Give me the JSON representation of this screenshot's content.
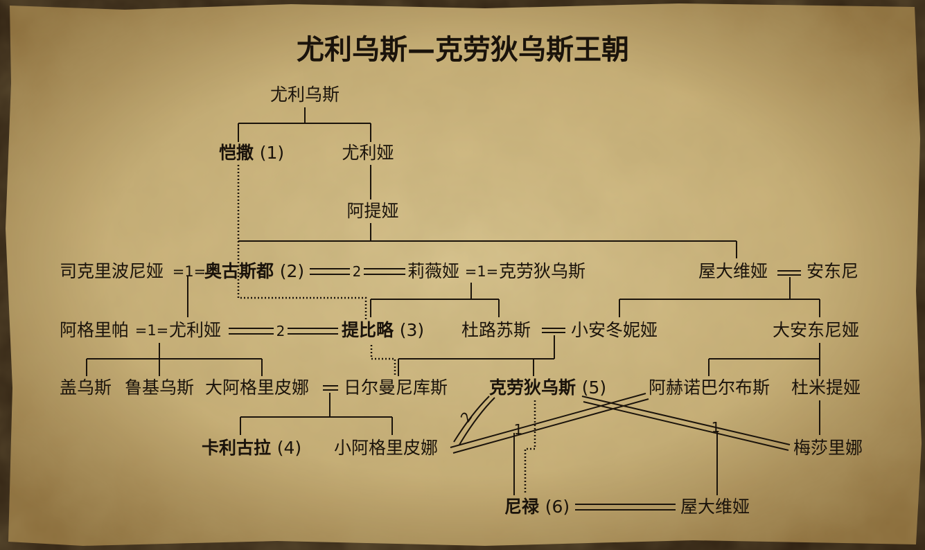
{
  "title": "尤利乌斯—克劳狄乌斯王朝",
  "persons": {
    "julius": "尤利乌斯",
    "caesar": "恺撒",
    "julia_sister": "尤利娅",
    "atia": "阿提娅",
    "scribonia": "司克里波尼娅",
    "augustus": "奥古斯都",
    "livia": "莉薇娅",
    "claudius_nero": "克劳狄乌斯",
    "octavia": "屋大维娅",
    "antony": "安东尼",
    "agrippa": "阿格里帕",
    "julia_daughter": "尤利娅",
    "tiberius": "提比略",
    "drusus": "杜路苏斯",
    "antonia_minor": "小安冬妮娅",
    "antonia_major": "大安东尼娅",
    "gaius": "盖乌斯",
    "lucius": "鲁基乌斯",
    "agrippina_major": "大阿格里皮娜",
    "germanicus": "日尔曼尼库斯",
    "claudius": "克劳狄乌斯",
    "ahenobarbus": "阿赫诺巴尔布斯",
    "domitia": "杜米提娅",
    "caligula": "卡利古拉",
    "agrippina_minor": "小阿格里皮娜",
    "messalina": "梅莎里娜",
    "nero": "尼禄",
    "octavia_daughter": "屋大维娅"
  },
  "reign_order": {
    "caesar": "(1)",
    "augustus": "(2)",
    "tiberius": "(3)",
    "caligula": "(4)",
    "claudius": "(5)",
    "nero": "(6)"
  },
  "marriage_labels": {
    "m1": "=1=",
    "m2": "2",
    "one": "1",
    "two": "2"
  },
  "colors": {
    "parchment": "#c9b27a",
    "ink": "#1a130b"
  }
}
